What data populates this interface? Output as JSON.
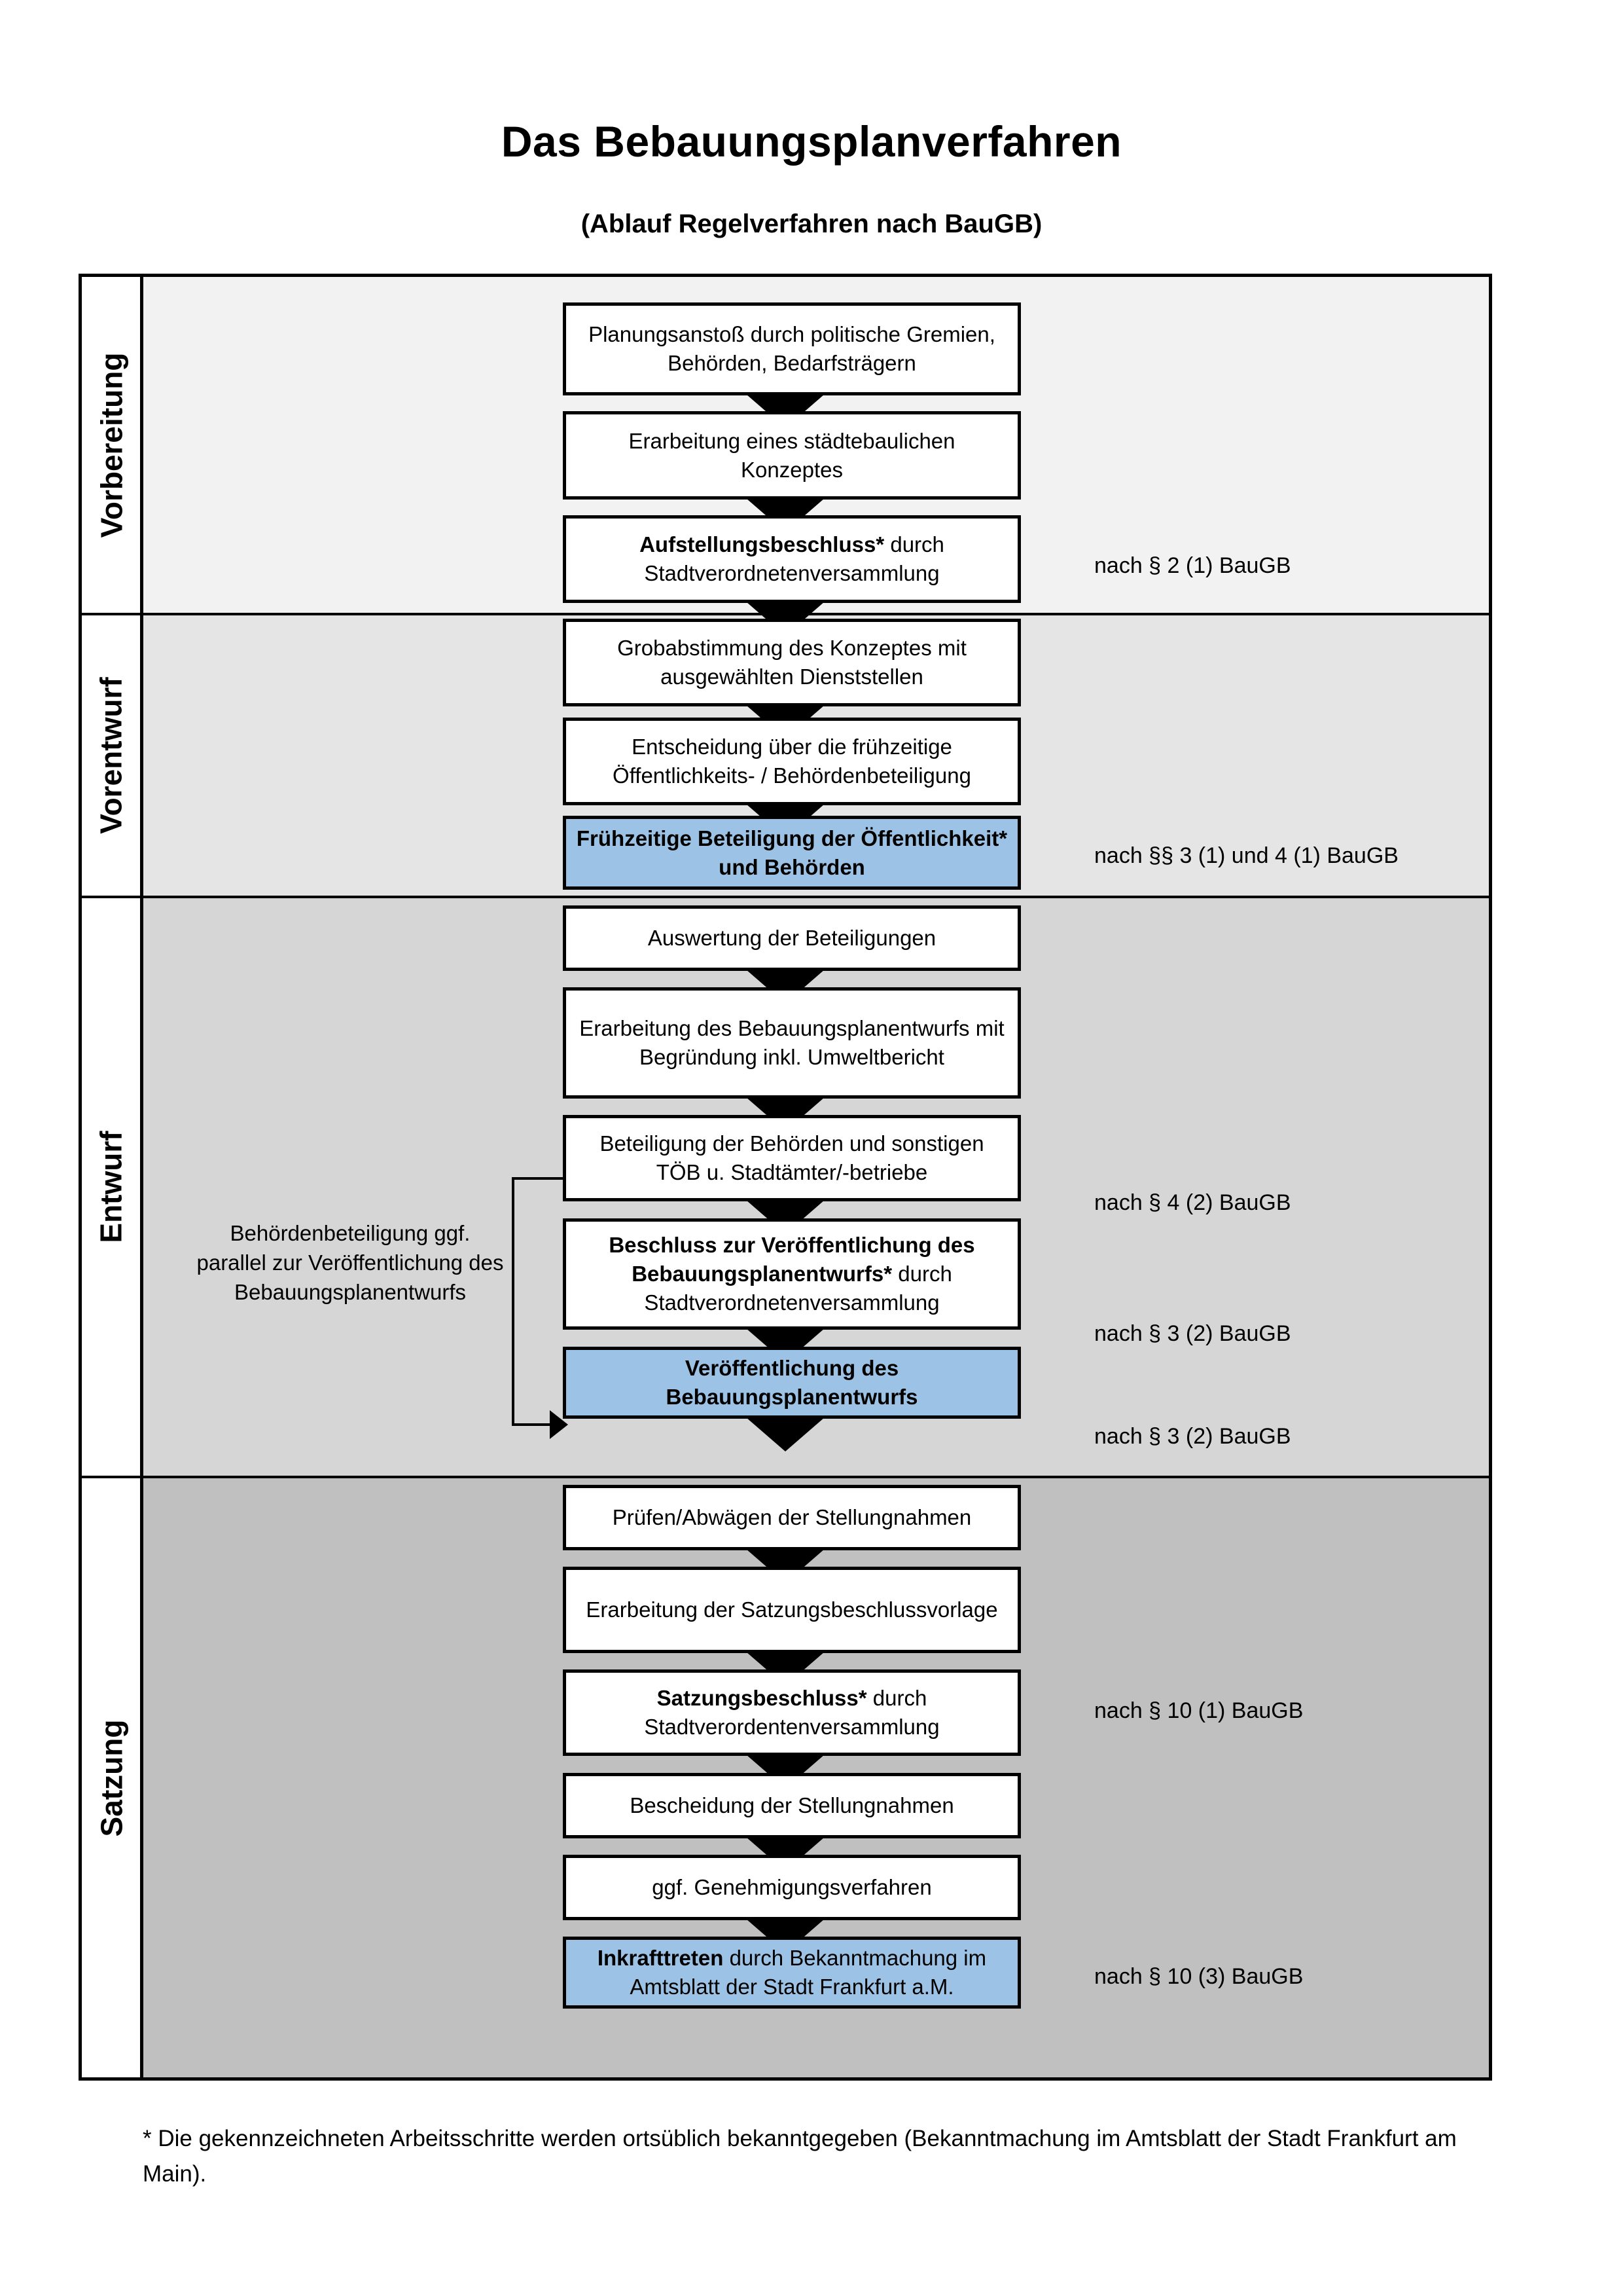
{
  "title": "Das Bebauungsplanverfahren",
  "subtitle": "(Ablauf Regelverfahren nach BauGB)",
  "colors": {
    "band_vorbereitung": "#f2f2f2",
    "band_vorentwurf": "#e5e5e5",
    "band_entwurf": "#d6d6d6",
    "band_satzung": "#c0c0c0",
    "highlight_box": "#9cc3e6",
    "outline": "#000000"
  },
  "phases": [
    {
      "label": "Vorbereitung"
    },
    {
      "label": "Vorentwurf"
    },
    {
      "label": "Entwurf"
    },
    {
      "label": "Satzung"
    }
  ],
  "steps": [
    {
      "id": "planungsanstoss",
      "phase": "Vorbereitung",
      "bold": "",
      "rest": "Planungsanstoß durch politische Gremien, Behörden, Bedarfsträgern",
      "highlight": false
    },
    {
      "id": "konzept",
      "phase": "Vorbereitung",
      "bold": "",
      "rest": "Erarbeitung eines städtebaulichen Konzeptes",
      "highlight": false
    },
    {
      "id": "aufstellungsbeschluss",
      "phase": "Vorbereitung",
      "bold": "Aufstellungsbeschluss*",
      "rest": " durch Stadtverordnetenversammlung",
      "highlight": false
    },
    {
      "id": "grobabstimmung",
      "phase": "Vorentwurf",
      "bold": "",
      "rest": "Grobabstimmung des Konzeptes mit ausgewählten Dienststellen",
      "highlight": false
    },
    {
      "id": "entscheidung-fruehzeitig",
      "phase": "Vorentwurf",
      "bold": "",
      "rest": "Entscheidung über die frühzeitige Öffentlichkeits- / Behördenbeteiligung",
      "highlight": false
    },
    {
      "id": "fruehzeitige-beteiligung",
      "phase": "Vorentwurf",
      "bold": "Frühzeitige Beteiligung der Öffentlichkeit* und Behörden",
      "rest": "",
      "highlight": true
    },
    {
      "id": "auswertung",
      "phase": "Entwurf",
      "bold": "",
      "rest": "Auswertung der Beteiligungen",
      "highlight": false
    },
    {
      "id": "erarbeitung-entwurf",
      "phase": "Entwurf",
      "bold": "",
      "rest": "Erarbeitung des Bebauungsplanentwurfs mit Begründung inkl. Umweltbericht",
      "highlight": false
    },
    {
      "id": "beteiligung-behoerden",
      "phase": "Entwurf",
      "bold": "",
      "rest": "Beteiligung der Behörden und sonstigen TÖB u. Stadtämter/-betriebe",
      "highlight": false
    },
    {
      "id": "beschluss-veroeffentlichung",
      "phase": "Entwurf",
      "bold": "Beschluss zur Veröffentlichung des Bebauungsplanentwurfs*",
      "rest": " durch Stadtverordnetenversammlung",
      "highlight": false
    },
    {
      "id": "veroeffentlichung",
      "phase": "Entwurf",
      "bold": "Veröffentlichung des Bebauungsplanentwurfs",
      "rest": "",
      "highlight": true
    },
    {
      "id": "pruefen-abwaegen",
      "phase": "Satzung",
      "bold": "",
      "rest": "Prüfen/Abwägen der Stellungnahmen",
      "highlight": false
    },
    {
      "id": "satzungsbeschlussvorlage",
      "phase": "Satzung",
      "bold": "",
      "rest": "Erarbeitung der Satzungsbeschlussvorlage",
      "highlight": false
    },
    {
      "id": "satzungsbeschluss",
      "phase": "Satzung",
      "bold": "Satzungsbeschluss*",
      "rest": " durch Stadtverordentenversammlung",
      "highlight": false
    },
    {
      "id": "bescheidung",
      "phase": "Satzung",
      "bold": "",
      "rest": "Bescheidung der Stellungnahmen",
      "highlight": false
    },
    {
      "id": "genehmigungsverfahren",
      "phase": "Satzung",
      "bold": "",
      "rest": "ggf. Genehmigungsverfahren",
      "highlight": false
    },
    {
      "id": "inkrafttreten",
      "phase": "Satzung",
      "bold": "Inkrafttreten",
      "rest": " durch Bekanntmachung im Amtsblatt der Stadt Frankfurt a.M.",
      "highlight": true
    }
  ],
  "legal_refs": [
    {
      "for": "aufstellungsbeschluss",
      "text": "nach § 2 (1) BauGB"
    },
    {
      "for": "fruehzeitige-beteiligung",
      "text": "nach §§ 3 (1) und 4 (1) BauGB"
    },
    {
      "for": "beteiligung-behoerden",
      "text": "nach § 4 (2) BauGB"
    },
    {
      "for": "beschluss-veroeffentlichung",
      "text": "nach § 3 (2) BauGB"
    },
    {
      "for": "veroeffentlichung",
      "text": "nach § 3 (2) BauGB"
    },
    {
      "for": "satzungsbeschluss",
      "text": "nach § 10 (1) BauGB"
    },
    {
      "for": "inkrafttreten",
      "text": "nach § 10 (3) BauGB"
    }
  ],
  "side_note": "Behördenbeteiligung ggf. parallel zur Veröffentlichung des Bebauungsplanentwurfs",
  "footnote": "* Die gekennzeichneten Arbeitsschritte werden ortsüblich bekanntgegeben (Bekanntmachung im Amtsblatt  der Stadt Frankfurt am Main)."
}
